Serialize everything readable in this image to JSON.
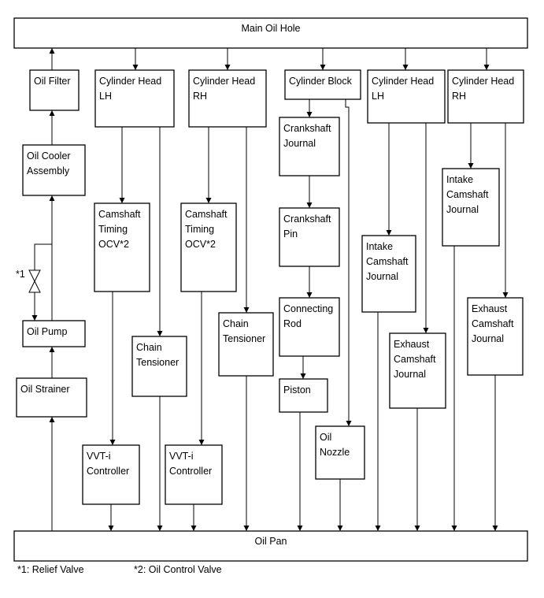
{
  "boxes": {
    "main_oil_hole": [
      "Main Oil Hole"
    ],
    "oil_pan": [
      "Oil Pan"
    ],
    "oil_filter": [
      "Oil Filter"
    ],
    "oil_cooler": [
      "Oil Cooler",
      "Assembly"
    ],
    "oil_pump": [
      "Oil Pump"
    ],
    "oil_strainer": [
      "Oil Strainer"
    ],
    "cyl_head_lh_1": [
      "Cylinder Head",
      "LH"
    ],
    "cyl_head_rh_1": [
      "Cylinder Head",
      "RH"
    ],
    "cyl_block": [
      "Cylinder Block"
    ],
    "cyl_head_lh_2": [
      "Cylinder Head",
      "LH"
    ],
    "cyl_head_rh_2": [
      "Cylinder Head",
      "RH"
    ],
    "cam_ocv_1": [
      "Camshaft",
      "Timing",
      "OCV*2"
    ],
    "cam_ocv_2": [
      "Camshaft",
      "Timing",
      "OCV*2"
    ],
    "chain_tensioner_1": [
      "Chain",
      "Tensioner"
    ],
    "chain_tensioner_2": [
      "Chain",
      "Tensioner"
    ],
    "vvti_1": [
      "VVT-i",
      "Controller"
    ],
    "vvti_2": [
      "VVT-i",
      "Controller"
    ],
    "crank_journal": [
      "Crankshaft",
      "Journal"
    ],
    "crank_pin": [
      "Crankshaft",
      "Pin"
    ],
    "connecting_rod": [
      "Connecting",
      "Rod"
    ],
    "piston": [
      "Piston"
    ],
    "oil_nozzle": [
      "Oil",
      "Nozzle"
    ],
    "intake_cam_lh": [
      "Intake",
      "Camshaft",
      "Journal"
    ],
    "exhaust_cam_lh": [
      "Exhaust",
      "Camshaft",
      "Journal"
    ],
    "intake_cam_rh": [
      "Intake",
      "Camshaft",
      "Journal"
    ],
    "exhaust_cam_rh": [
      "Exhaust",
      "Camshaft",
      "Journal"
    ]
  },
  "relief_marker": "*1",
  "footnotes": {
    "note1": "*1: Relief Valve",
    "note2": "*2: Oil Control Valve"
  },
  "colors": {
    "line": "#000000",
    "box_fill": "#ffffff",
    "background": "#ffffff"
  }
}
